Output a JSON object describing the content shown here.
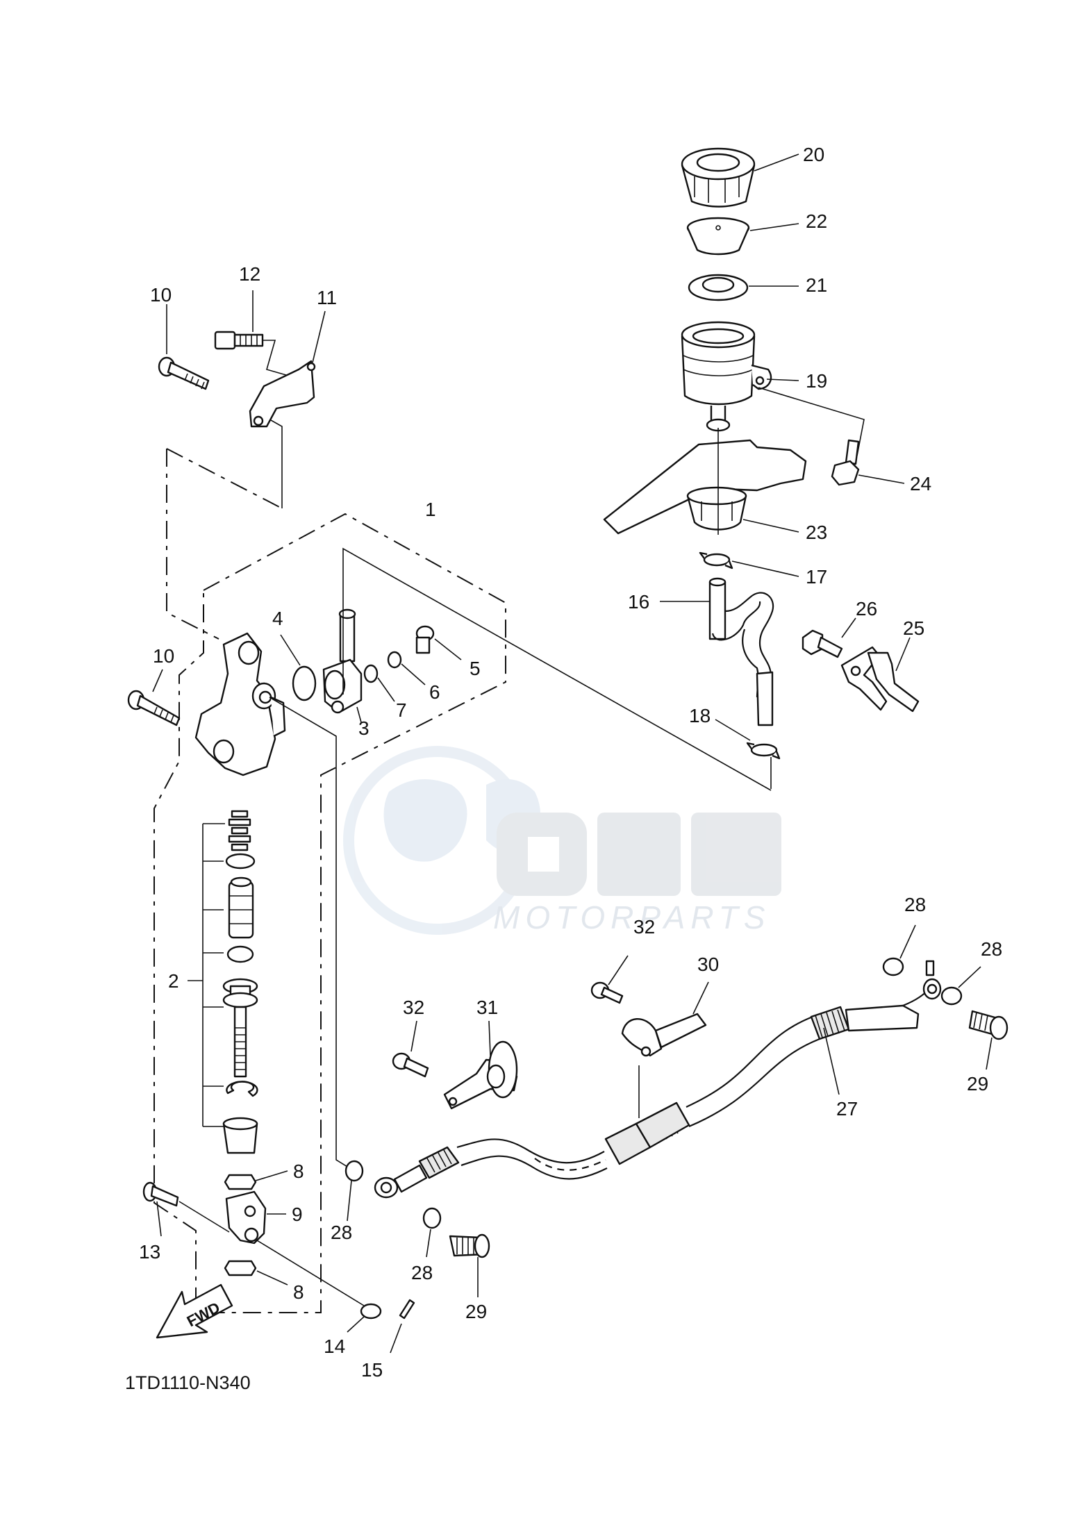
{
  "diagram_code": "1TD1110-N340",
  "fwd_label": "FWD",
  "watermark": {
    "brand": "OEM",
    "sub": "MOTORPARTS"
  },
  "callouts": {
    "c1": "1",
    "c2": "2",
    "c3": "3",
    "c4": "4",
    "c5": "5",
    "c6": "6",
    "c7": "7",
    "c8a": "8",
    "c8b": "8",
    "c9": "9",
    "c10a": "10",
    "c10b": "10",
    "c11": "11",
    "c12": "12",
    "c13": "13",
    "c14": "14",
    "c15": "15",
    "c16": "16",
    "c17": "17",
    "c18": "18",
    "c19": "19",
    "c20": "20",
    "c21": "21",
    "c22": "22",
    "c23": "23",
    "c24": "24",
    "c25": "25",
    "c26": "26",
    "c27": "27",
    "c28a": "28",
    "c28b": "28",
    "c28c": "28",
    "c28d": "28",
    "c29a": "29",
    "c29b": "29",
    "c30": "30",
    "c31": "31",
    "c32a": "32",
    "c32b": "32"
  }
}
